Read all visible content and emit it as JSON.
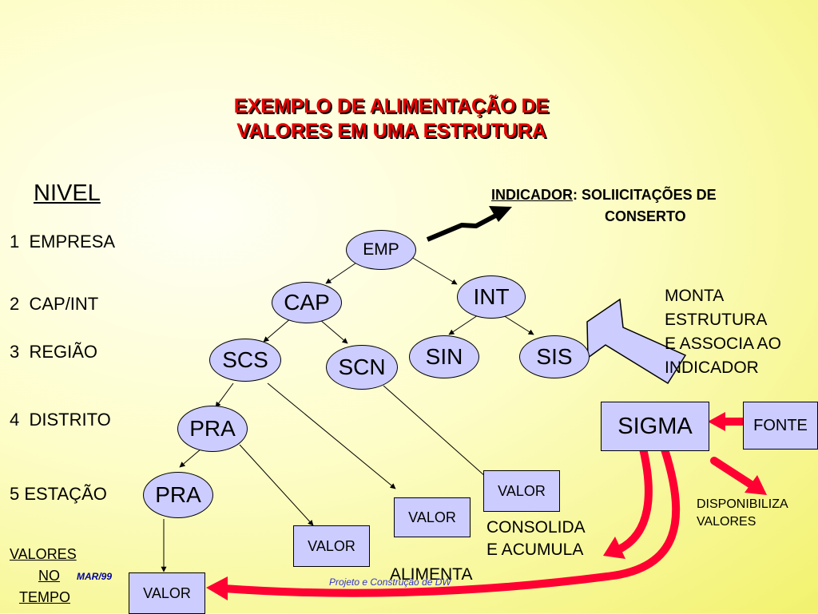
{
  "title": {
    "line1": "EXEMPLO DE ALIMENTAÇÃO DE",
    "line2": "VALORES EM UMA ESTRUTURA"
  },
  "levels": {
    "heading": "NIVEL",
    "items": [
      "1  EMPRESA",
      "2  CAP/INT",
      "3  REGIÃO",
      "4  DISTRITO",
      "5 ESTAÇÃO"
    ]
  },
  "indicator": {
    "label": "INDICADOR",
    "text_line1": ": SOLIICITAÇÕES DE",
    "text_line2": "CONSERTO"
  },
  "nodes": {
    "emp": "EMP",
    "cap": "CAP",
    "int": "INT",
    "scs": "SCS",
    "scn": "SCN",
    "sin": "SIN",
    "sis": "SIS",
    "pra_district": "PRA",
    "pra_station": "PRA"
  },
  "valor_label": "VALOR",
  "sigma": "SIGMA",
  "fonte": "FONTE",
  "monta_text": [
    "MONTA",
    "ESTRUTURA",
    "E ASSOCIA AO",
    "INDICADOR"
  ],
  "disponibiliza_text": [
    "DISPONIBILIZA",
    "VALORES"
  ],
  "consolida_text": [
    "CONSOLIDA",
    "E ACUMULA"
  ],
  "alimenta_text": "ALIMENTA",
  "valores_no_tempo": [
    "VALORES",
    "NO",
    "TEMPO"
  ],
  "footer": {
    "date": "MAR/99",
    "project": "Projeto e Construção de DW"
  },
  "colors": {
    "title_red": "#e60000",
    "node_fill": "#ccccff",
    "arrow_red": "#ff0033",
    "footer_blue": "#3333cc",
    "date_blue": "#000099"
  }
}
